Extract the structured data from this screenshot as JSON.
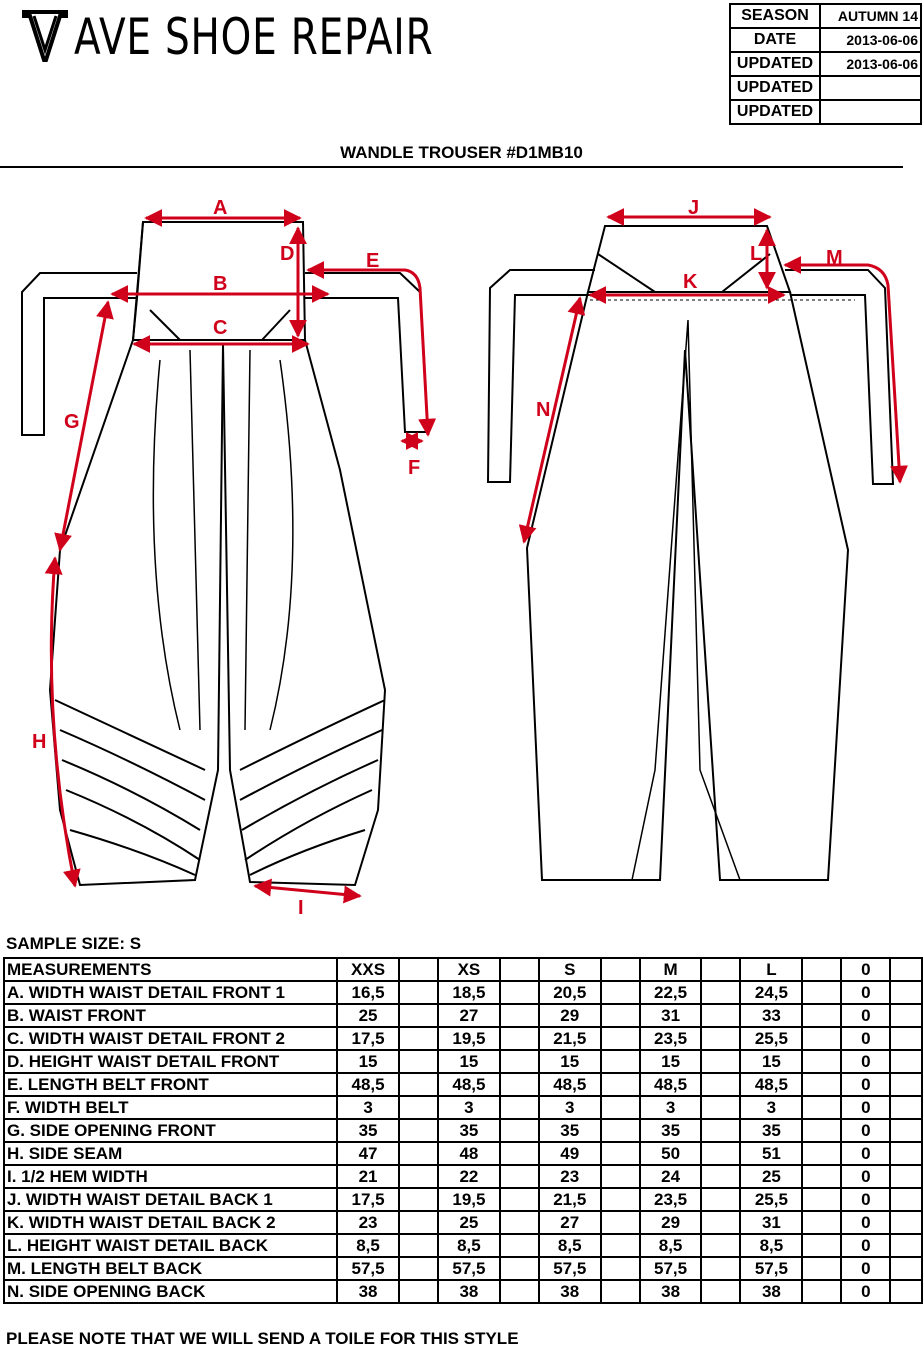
{
  "brand": {
    "logo_mark": "V",
    "name": "AVE SHOE REPAIR"
  },
  "header_table": [
    {
      "label": "SEASON",
      "value": "AUTUMN 14"
    },
    {
      "label": "DATE",
      "value": "2013-06-06"
    },
    {
      "label": "UPDATED",
      "value": "2013-06-06"
    },
    {
      "label": "UPDATED",
      "value": ""
    },
    {
      "label": "UPDATED",
      "value": ""
    }
  ],
  "title": "WANDLE TROUSER #D1MB10",
  "markers_front": [
    "A",
    "B",
    "C",
    "D",
    "E",
    "F",
    "G",
    "H",
    "I"
  ],
  "markers_back": [
    "J",
    "K",
    "L",
    "M",
    "N"
  ],
  "sample_size": "SAMPLE SIZE:  S",
  "measurements": {
    "headers": [
      "MEASUREMENTS",
      "XXS",
      "XS",
      "S",
      "M",
      "L",
      "0"
    ],
    "rows": [
      [
        "A. WIDTH WAIST DETAIL FRONT 1",
        "16,5",
        "18,5",
        "20,5",
        "22,5",
        "24,5",
        "0"
      ],
      [
        "B. WAIST FRONT",
        "25",
        "27",
        "29",
        "31",
        "33",
        "0"
      ],
      [
        "C. WIDTH WAIST DETAIL FRONT 2",
        "17,5",
        "19,5",
        "21,5",
        "23,5",
        "25,5",
        "0"
      ],
      [
        "D. HEIGHT WAIST DETAIL FRONT",
        "15",
        "15",
        "15",
        "15",
        "15",
        "0"
      ],
      [
        "E. LENGTH BELT FRONT",
        "48,5",
        "48,5",
        "48,5",
        "48,5",
        "48,5",
        "0"
      ],
      [
        "F. WIDTH BELT",
        "3",
        "3",
        "3",
        "3",
        "3",
        "0"
      ],
      [
        "G. SIDE OPENING FRONT",
        "35",
        "35",
        "35",
        "35",
        "35",
        "0"
      ],
      [
        "H. SIDE SEAM",
        "47",
        "48",
        "49",
        "50",
        "51",
        "0"
      ],
      [
        "I. 1/2 HEM WIDTH",
        "21",
        "22",
        "23",
        "24",
        "25",
        "0"
      ],
      [
        "J. WIDTH WAIST DETAIL BACK 1",
        "17,5",
        "19,5",
        "21,5",
        "23,5",
        "25,5",
        "0"
      ],
      [
        "K. WIDTH WAIST DETAIL BACK 2",
        "23",
        "25",
        "27",
        "29",
        "31",
        "0"
      ],
      [
        "L. HEIGHT WAIST DETAIL BACK",
        "8,5",
        "8,5",
        "8,5",
        "8,5",
        "8,5",
        "0"
      ],
      [
        "M. LENGTH BELT BACK",
        "57,5",
        "57,5",
        "57,5",
        "57,5",
        "57,5",
        "0"
      ],
      [
        "N. SIDE OPENING BACK",
        "38",
        "38",
        "38",
        "38",
        "38",
        "0"
      ]
    ]
  },
  "note": "PLEASE NOTE THAT WE WILL SEND A TOILE FOR THIS STYLE",
  "colors": {
    "accent_red": "#d0021b",
    "ink": "#000000"
  }
}
